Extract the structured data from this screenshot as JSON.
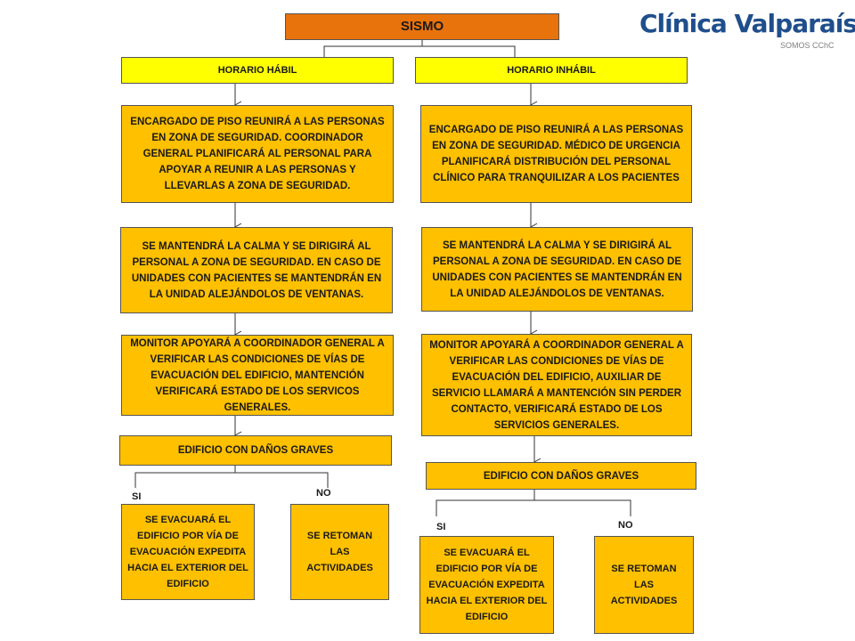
{
  "logo": {
    "main": "Clínica Valparaíso",
    "sub": "SOMOS CChC"
  },
  "root": "SISMO",
  "left": {
    "header": "HORARIO HÁBIL",
    "step1": "ENCARGADO DE PISO REUNIRÁ A LAS PERSONAS EN ZONA DE SEGURIDAD. COORDINADOR GENERAL PLANIFICARÁ AL PERSONAL PARA APOYAR A REUNIR A LAS PERSONAS Y LLEVARLAS A ZONA DE SEGURIDAD.",
    "step2": "SE MANTENDRÁ LA CALMA Y SE DIRIGIRÁ AL PERSONAL A ZONA DE SEGURIDAD. EN CASO DE  UNIDADES CON PACIENTES SE MANTENDRÁN EN  LA UNIDAD ALEJÁNDOLOS DE VENTANAS.",
    "step3": "MONITOR APOYARÁ A COORDINADOR GENERAL A VERIFICAR LAS CONDICIONES DE VÍAS DE EVACUACIÓN DEL EDIFICIO, MANTENCIÓN VERIFICARÁ ESTADO DE LOS SERVICOS GENERALES.",
    "decision": "EDIFICIO CON DAÑOS GRAVES",
    "yes_label": "SI",
    "no_label": "NO",
    "yes_action": "SE EVACUARÁ EL EDIFICIO POR VÍA DE EVACUACIÓN EXPEDITA HACIA EL EXTERIOR DEL EDIFICIO",
    "no_action": "SE RETOMAN LAS ACTIVIDADES"
  },
  "right": {
    "header": "HORARIO INHÁBIL",
    "step1": "ENCARGADO DE PISO REUNIRÁ A  LAS PERSONAS EN ZONA DE SEGURIDAD. MÉDICO DE URGENCIA PLANIFICARÁ DISTRIBUCIÓN DEL PERSONAL CLÍNICO PARA TRANQUILIZAR A LOS PACIENTES",
    "step2": "SE MANTENDRÁ LA CALMA Y SE DIRIGIRÁ AL PERSONAL A ZONA DE SEGURIDAD. EN CASO DE  UNIDADES CON PACIENTES SE MANTENDRÁN EN  LA UNIDAD ALEJÁNDOLOS DE VENTANAS.",
    "step3": "MONITOR APOYARÁ A COORDINADOR GENERAL A VERIFICAR LAS CONDICIONES DE VÍAS DE EVACUACIÓN DEL EDIFICIO, AUXILIAR DE SERVICIO  LLAMARÁ A MANTENCIÓN SIN PERDER CONTACTO, VERIFICARÁ ESTADO DE LOS SERVICIOS GENERALES.",
    "decision": "EDIFICIO CON DAÑOS GRAVES",
    "yes_label": "SI",
    "no_label": "NO",
    "yes_action": "SE EVACUARÁ EL EDIFICIO POR VÍA DE EVACUACIÓN EXPEDITA HACIA EL EXTERIOR DEL EDIFICIO",
    "no_action": "SE RETOMAN LAS ACTIVIDADES"
  },
  "colors": {
    "root": "#e8720c",
    "header": "#ffff00",
    "step": "#ffc000",
    "logo": "#1f4e8c"
  }
}
